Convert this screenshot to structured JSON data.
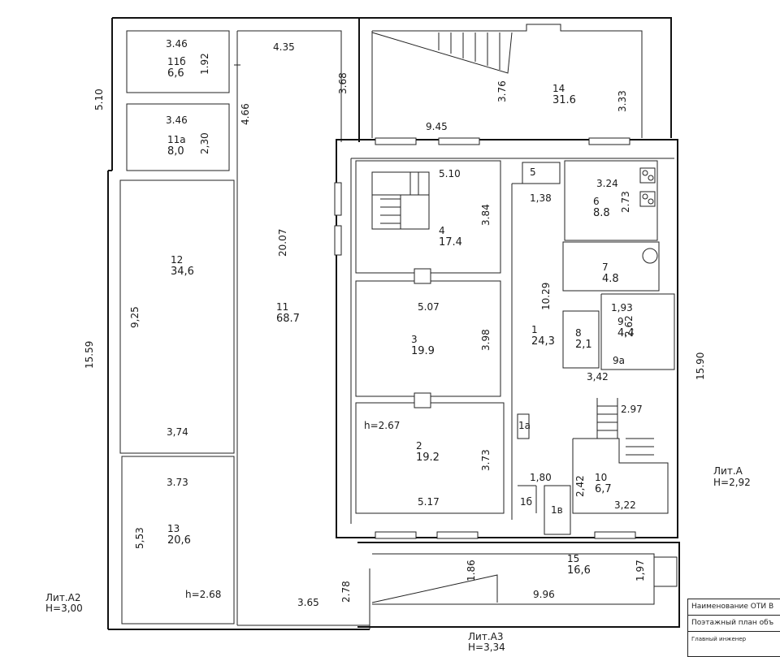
{
  "title_block": {
    "row1": "Наименование ОТИ В",
    "row2": "Поэтажный план объ",
    "row3": "Главный инженер"
  },
  "lit_labels": [
    {
      "id": "lit-a",
      "name": "Лит.А",
      "h": "H=2,92"
    },
    {
      "id": "lit-a2",
      "name": "Лит.А2",
      "h": "H=3,00"
    },
    {
      "id": "lit-a3",
      "name": "Лит.А3",
      "h": "H=3,34"
    }
  ],
  "ceiling_heights": {
    "room2": "h=2.67",
    "room13": "h=2.68"
  },
  "rooms": {
    "r11b": {
      "num": "11б",
      "area": "6,6"
    },
    "r11a": {
      "num": "11а",
      "area": "8,0"
    },
    "r12": {
      "num": "12",
      "area": "34,6"
    },
    "r13": {
      "num": "13",
      "area": "20,6"
    },
    "r11": {
      "num": "11",
      "area": "68.7"
    },
    "r14": {
      "num": "14",
      "area": "31.6"
    },
    "r4": {
      "num": "4",
      "area": "17.4"
    },
    "r3": {
      "num": "3",
      "area": "19.9"
    },
    "r2": {
      "num": "2",
      "area": "19.2"
    },
    "r1": {
      "num": "1",
      "area": "24,3"
    },
    "r5": {
      "num": "5"
    },
    "r6": {
      "num": "6",
      "area": "8.8"
    },
    "r7": {
      "num": "7",
      "area": "4.8"
    },
    "r8": {
      "num": "8",
      "area": "2,1"
    },
    "r9": {
      "num": "9",
      "area": "4,4"
    },
    "r9a": {
      "num": "9а"
    },
    "r10": {
      "num": "10",
      "area": "6,7"
    },
    "r15": {
      "num": "15",
      "area": "16,6"
    },
    "r1a": {
      "num": "1а"
    },
    "r1b": {
      "num": "1б"
    },
    "r1v": {
      "num": "1в"
    }
  },
  "dimensions": {
    "d_346a": "3.46",
    "d_192": "1.92",
    "d_346b": "3.46",
    "d_230": "2,30",
    "d_510": "5.10",
    "d_466": "4.66",
    "d_435": "4.35",
    "d_368": "3.68",
    "d_376": "3.76",
    "d_333": "3.33",
    "d_945": "9.45",
    "d_925": "9,25",
    "d_374": "3,74",
    "d_1559": "15.59",
    "d_2007": "20.07",
    "d_373": "3.73",
    "d_553": "5,53",
    "d_365": "3.65",
    "d_278": "2.78",
    "d_510b": "5.10",
    "d_384": "3.84",
    "d_138": "1,38",
    "d_324": "3.24",
    "d_273": "2.73",
    "d_507": "5.07",
    "d_398": "3.98",
    "d_1029": "10.29",
    "d_193": "1,93",
    "d_262": "2,62",
    "d_342": "3,42",
    "d_297": "2.97",
    "d_373b": "3.73",
    "d_517": "5.17",
    "d_180": "1,80",
    "d_242": "2,42",
    "d_322": "3,22",
    "d_1590": "15.90",
    "d_186": "1.86",
    "d_996": "9.96",
    "d_197": "1,97"
  }
}
